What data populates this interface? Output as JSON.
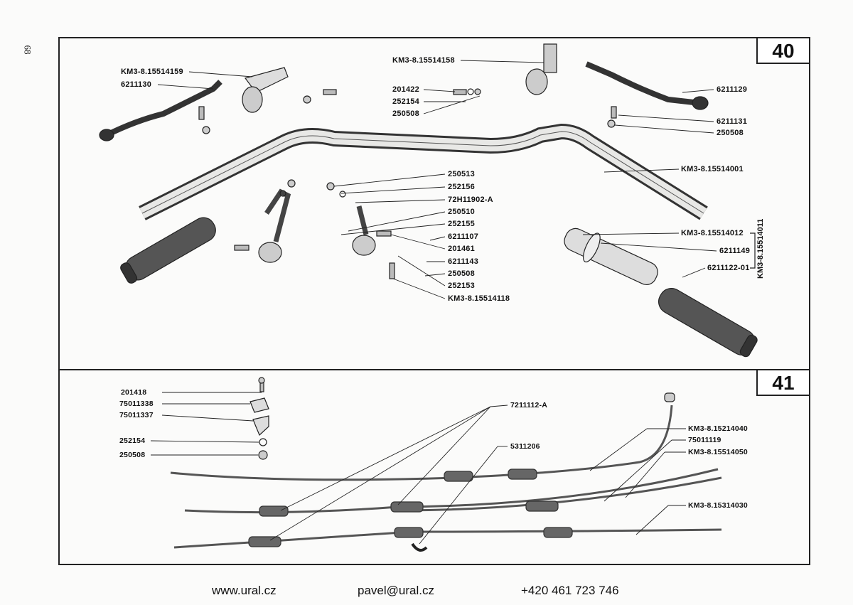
{
  "page_number": "68",
  "figure_40": {
    "number": "40",
    "labels": [
      "KM3-8.15514159",
      "6211130",
      "KM3-8.15514158",
      "201422",
      "252154",
      "250508",
      "6211129",
      "6211131",
      "250508",
      "KM3-8.15514001",
      "250513",
      "252156",
      "72H11902-A",
      "250510",
      "252155",
      "6211107",
      "201461",
      "6211143",
      "250508",
      "252153",
      "KM3-8.15514118",
      "KM3-8.15514012",
      "6211149",
      "6211122-01"
    ],
    "assembly_label": "KM3-8.15514011"
  },
  "figure_41": {
    "number": "41",
    "labels": [
      "201418",
      "75011338",
      "75011337",
      "252154",
      "250508",
      "7211112-A",
      "5311206",
      "KM3-8.15214040",
      "75011119",
      "KM3-8.15514050",
      "KM3-8.15314030"
    ]
  },
  "footer": {
    "website": "www.ural.cz",
    "email": "pavel@ural.cz",
    "phone": "+420 461 723 746"
  }
}
